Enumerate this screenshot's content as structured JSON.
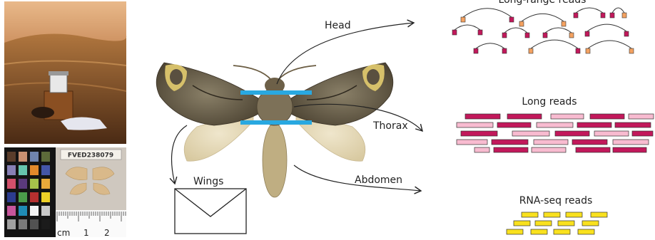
{
  "photo": {
    "specimen_code": "FVED238079",
    "ruler_unit": "cm",
    "ruler_ticks": [
      "1",
      "2"
    ]
  },
  "labels": {
    "head": "Head",
    "thorax": "Thorax",
    "abdomen": "Abdomen",
    "wings": "Wings"
  },
  "read_panels": {
    "long_range": {
      "title": "Long-range reads",
      "colors": {
        "dark": "#c2185b",
        "orange": "#f4a261"
      }
    },
    "long": {
      "title": "Long reads",
      "colors": {
        "dark": "#c2185b",
        "light": "#f8bbd0"
      }
    },
    "rna": {
      "title": "RNA-seq reads",
      "colors": {
        "yellow": "#f9e11e"
      }
    }
  },
  "colors": {
    "cut_line": "#29a8e0",
    "arrow": "#222222"
  },
  "color_checker": [
    "#5a3d2b",
    "#c89172",
    "#6f84ad",
    "#5d6b3a",
    "#8780b5",
    "#66c4ae",
    "#e28a2b",
    "#4456a7",
    "#d2506b",
    "#5a3a7b",
    "#a5c14a",
    "#e8a93a",
    "#2c3c8f",
    "#4a9c4a",
    "#b5302f",
    "#eed027",
    "#c7559b",
    "#1f8bb4",
    "#f2f2f2",
    "#c9c9c9",
    "#a0a0a0",
    "#7a7a7a",
    "#525252",
    "#1b1b1b"
  ]
}
